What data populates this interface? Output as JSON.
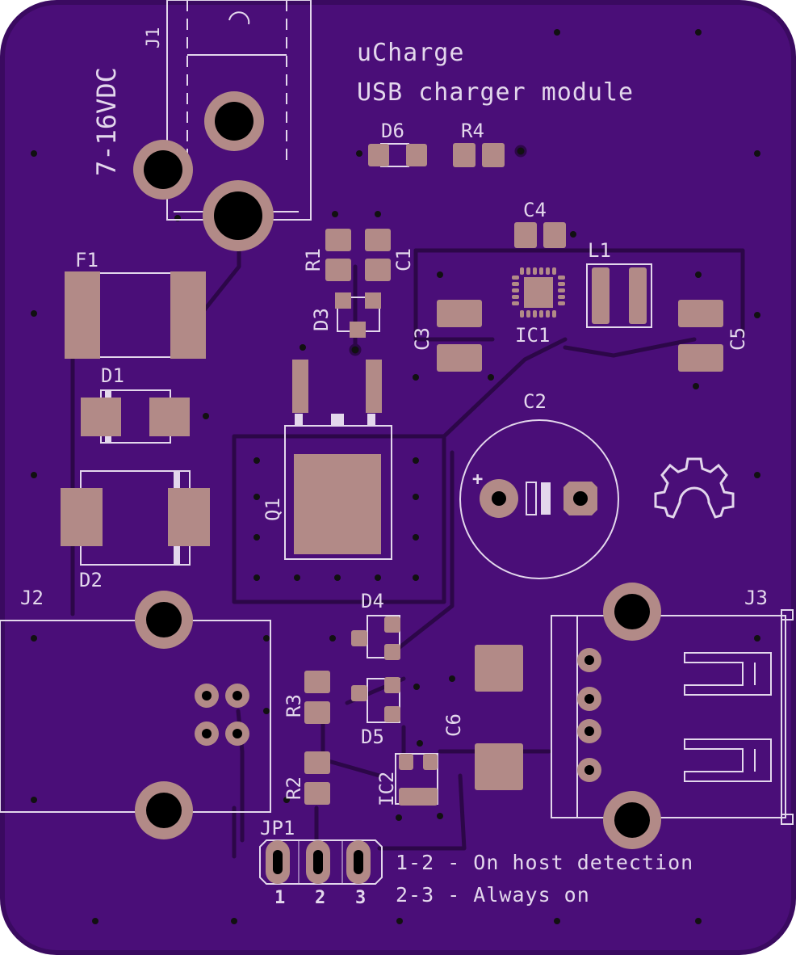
{
  "colors": {
    "board": "#4a0e78",
    "board_edge": "#3a0a60",
    "trace": "#2c0748",
    "silkscreen": "#e3d7ec",
    "pad": "#b28a87",
    "via": "#111111",
    "hole": "#000000"
  },
  "title": {
    "line1": "uCharge",
    "line2": "USB charger module"
  },
  "input_label": "7-16VDC",
  "jumper_notes": {
    "line1": "1-2 - On host detection",
    "line2": "2-3 - Always on"
  },
  "designators": {
    "J1": "J1",
    "J2": "J2",
    "J3": "J3",
    "F1": "F1",
    "D1": "D1",
    "D2": "D2",
    "D3": "D3",
    "D4": "D4",
    "D5": "D5",
    "D6": "D6",
    "R1": "R1",
    "R2": "R2",
    "R3": "R3",
    "R4": "R4",
    "C1": "C1",
    "C2": "C2",
    "C3": "C3",
    "C4": "C4",
    "C5": "C5",
    "C6": "C6",
    "L1": "L1",
    "Q1": "Q1",
    "IC1": "IC1",
    "IC2": "IC2",
    "JP1": "JP1"
  },
  "jumper_pins": [
    "1",
    "2",
    "3"
  ],
  "polarity_mark": "+",
  "icons": [
    "open-hardware-gear-icon"
  ]
}
